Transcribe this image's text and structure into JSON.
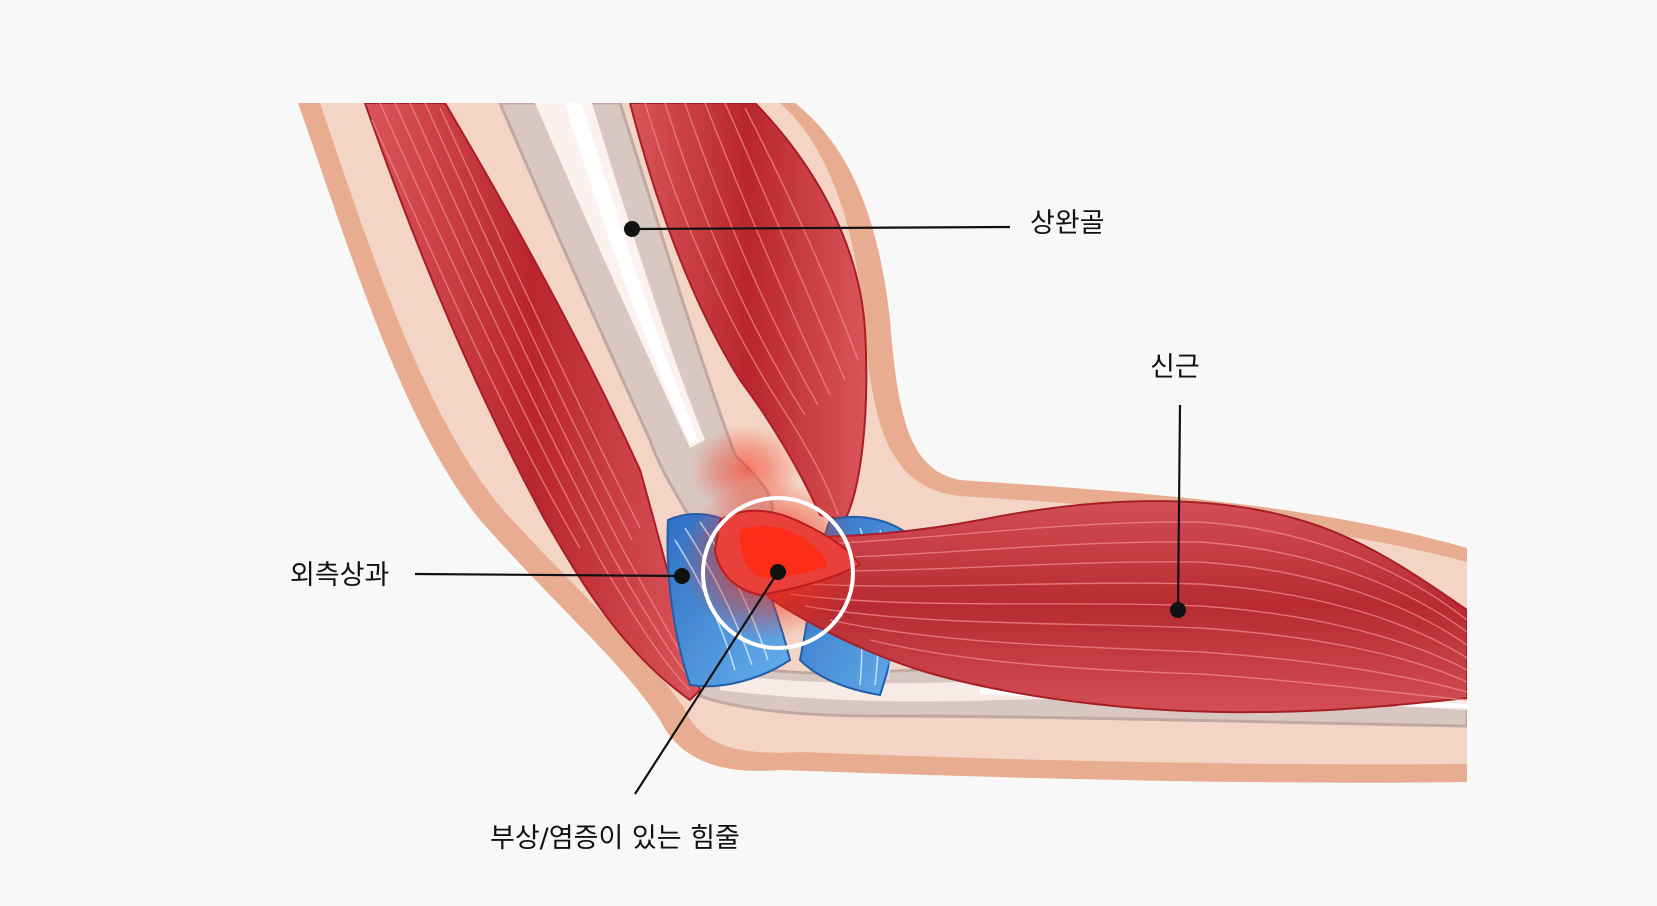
{
  "labels": {
    "humerus": "상완골",
    "extensor": "신근",
    "lateral_epicondyle": "외측상과",
    "injured_tendon": "부상/염증이 있는 힘줄"
  },
  "colors": {
    "background": "#f8f8f8",
    "skin_outer": "#e8ad90",
    "skin_inner": "#f4d4c4",
    "muscle": "#c8383e",
    "muscle_fiber": "#e26a6e",
    "bone": "#d9c8c2",
    "bone_highlight": "#fbf1ee",
    "ligament": "#3f8fd6",
    "inflammation": "#e0201a",
    "leader_line": "#111111",
    "callout_circle": "#ffffff"
  }
}
